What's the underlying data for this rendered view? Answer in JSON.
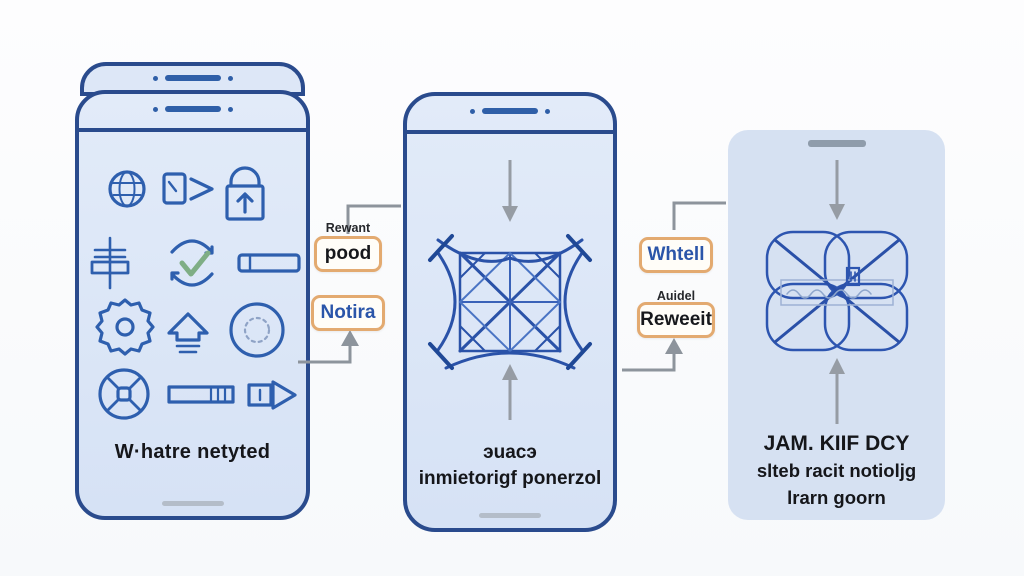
{
  "palette": {
    "phone_outline": "#2a4b8d",
    "phone_fill": "#dbe6f7",
    "card_fill": "#d6e1f2",
    "icon_stroke": "#2e5fae",
    "pattern_stroke": "#2a52a8",
    "arrow_gray": "#939aa3",
    "tag_border": "#e3aa70",
    "tag_text_blue": "#2b55a9",
    "check_green": "#7fae85"
  },
  "phone1": {
    "caption": "W·hatre netyted",
    "icons": [
      "globe-icon",
      "document-share-icon",
      "lock-upload-icon",
      "filter-sliders-icon",
      "sync-check-icon",
      "battery-icon",
      "gear-icon",
      "home-upload-icon",
      "record-icon",
      "wheel-icon",
      "progress-bar-icon",
      "export-arrow-icon"
    ]
  },
  "connector1": {
    "note": "Rewant",
    "tag1": "pood",
    "tag2": "Notira"
  },
  "phone2": {
    "caption_line1": "эuacэ",
    "caption_line2": "inmietorigf ponerzol"
  },
  "connector2": {
    "tag1": "Whtell",
    "note": "Auidel",
    "tag2": "Reweeit"
  },
  "phone3": {
    "caption_line1": "JAM. KIIF DCY",
    "caption_line2": "slteb racit notioljg",
    "caption_line3": "lrarn goorn"
  }
}
